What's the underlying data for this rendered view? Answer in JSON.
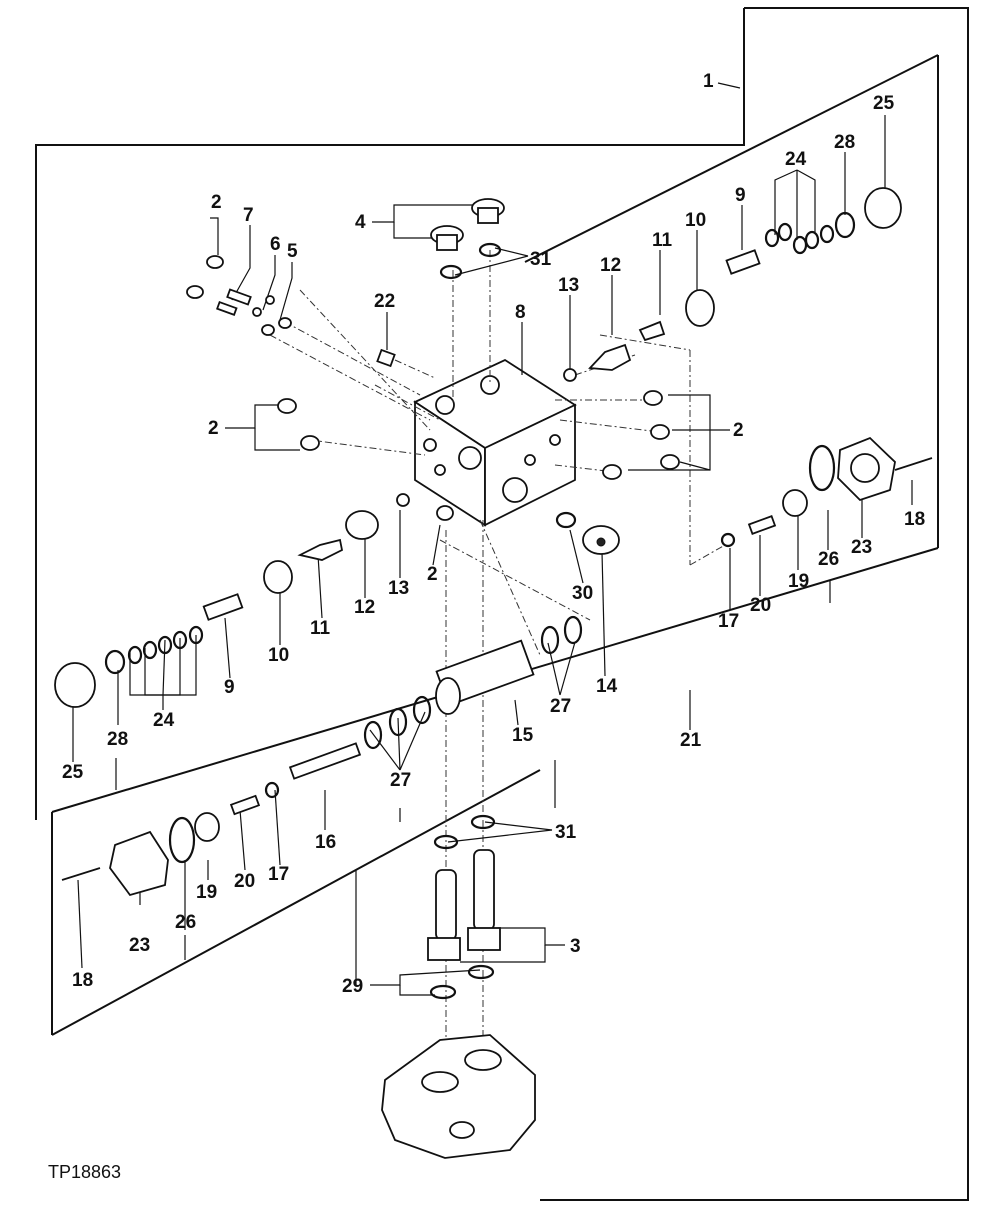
{
  "figure_id": "TP18863",
  "callouts": [
    {
      "id": "c1",
      "text": "1"
    },
    {
      "id": "c2a",
      "text": "2"
    },
    {
      "id": "c7",
      "text": "7"
    },
    {
      "id": "c6",
      "text": "6"
    },
    {
      "id": "c5",
      "text": "5"
    },
    {
      "id": "c4",
      "text": "4"
    },
    {
      "id": "c31a",
      "text": "31"
    },
    {
      "id": "c22",
      "text": "22"
    },
    {
      "id": "c8",
      "text": "8"
    },
    {
      "id": "c13a",
      "text": "13"
    },
    {
      "id": "c12a",
      "text": "12"
    },
    {
      "id": "c11a",
      "text": "11"
    },
    {
      "id": "c10a",
      "text": "10"
    },
    {
      "id": "c9a",
      "text": "9"
    },
    {
      "id": "c24a",
      "text": "24"
    },
    {
      "id": "c28a",
      "text": "28"
    },
    {
      "id": "c25a",
      "text": "25"
    },
    {
      "id": "c2b",
      "text": "2"
    },
    {
      "id": "c2c",
      "text": "2"
    },
    {
      "id": "c18a",
      "text": "18"
    },
    {
      "id": "c23a",
      "text": "23"
    },
    {
      "id": "c26a",
      "text": "26"
    },
    {
      "id": "c19a",
      "text": "19"
    },
    {
      "id": "c20a",
      "text": "20"
    },
    {
      "id": "c17a",
      "text": "17"
    },
    {
      "id": "c2d",
      "text": "2"
    },
    {
      "id": "c13b",
      "text": "13"
    },
    {
      "id": "c12b",
      "text": "12"
    },
    {
      "id": "c11b",
      "text": "11"
    },
    {
      "id": "c10b",
      "text": "10"
    },
    {
      "id": "c9b",
      "text": "9"
    },
    {
      "id": "c30",
      "text": "30"
    },
    {
      "id": "c14",
      "text": "14"
    },
    {
      "id": "c24b",
      "text": "24"
    },
    {
      "id": "c28b",
      "text": "28"
    },
    {
      "id": "c25b",
      "text": "25"
    },
    {
      "id": "c15",
      "text": "15"
    },
    {
      "id": "c27a",
      "text": "27"
    },
    {
      "id": "c21",
      "text": "21"
    },
    {
      "id": "c27b",
      "text": "27"
    },
    {
      "id": "c16",
      "text": "16"
    },
    {
      "id": "c31b",
      "text": "31"
    },
    {
      "id": "c19b",
      "text": "19"
    },
    {
      "id": "c20b",
      "text": "20"
    },
    {
      "id": "c17b",
      "text": "17"
    },
    {
      "id": "c23b",
      "text": "23"
    },
    {
      "id": "c26b",
      "text": "26"
    },
    {
      "id": "c18b",
      "text": "18"
    },
    {
      "id": "c3",
      "text": "3"
    },
    {
      "id": "c29",
      "text": "29"
    }
  ]
}
